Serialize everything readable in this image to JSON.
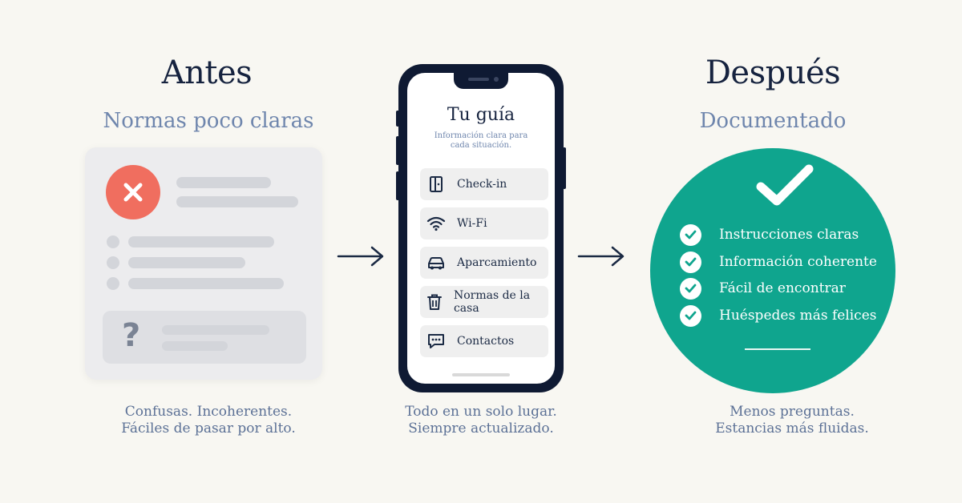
{
  "before": {
    "title": "Antes",
    "subtitle": "Normas poco claras",
    "caption_line1": "Confusas. Incoherentes.",
    "caption_line2": "Fáciles de pasar por alto."
  },
  "phone": {
    "title": "Tu guía",
    "subtitle_line1": "Información clara para",
    "subtitle_line2": "cada situación.",
    "items": [
      {
        "label": "Check-in",
        "icon": "door-icon"
      },
      {
        "label": "Wi-Fi",
        "icon": "wifi-icon"
      },
      {
        "label": "Aparcamiento",
        "icon": "car-icon"
      },
      {
        "label": "Normas de la casa",
        "icon": "trash-icon"
      },
      {
        "label": "Contactos",
        "icon": "chat-icon"
      }
    ],
    "caption_line1": "Todo en un solo lugar.",
    "caption_line2": "Siempre actualizado."
  },
  "after": {
    "title": "Después",
    "subtitle": "Documentado",
    "checks": [
      "Instrucciones claras",
      "Información coherente",
      "Fácil de encontrar",
      "Huéspedes más felices"
    ],
    "caption_line1": "Menos preguntas.",
    "caption_line2": "Estancias más fluidas."
  },
  "colors": {
    "background": "#f8f7f2",
    "navy": "#16233f",
    "subtitle_blue": "#6f86ad",
    "error_red": "#f06e5f",
    "success_green": "#0fa58e"
  }
}
